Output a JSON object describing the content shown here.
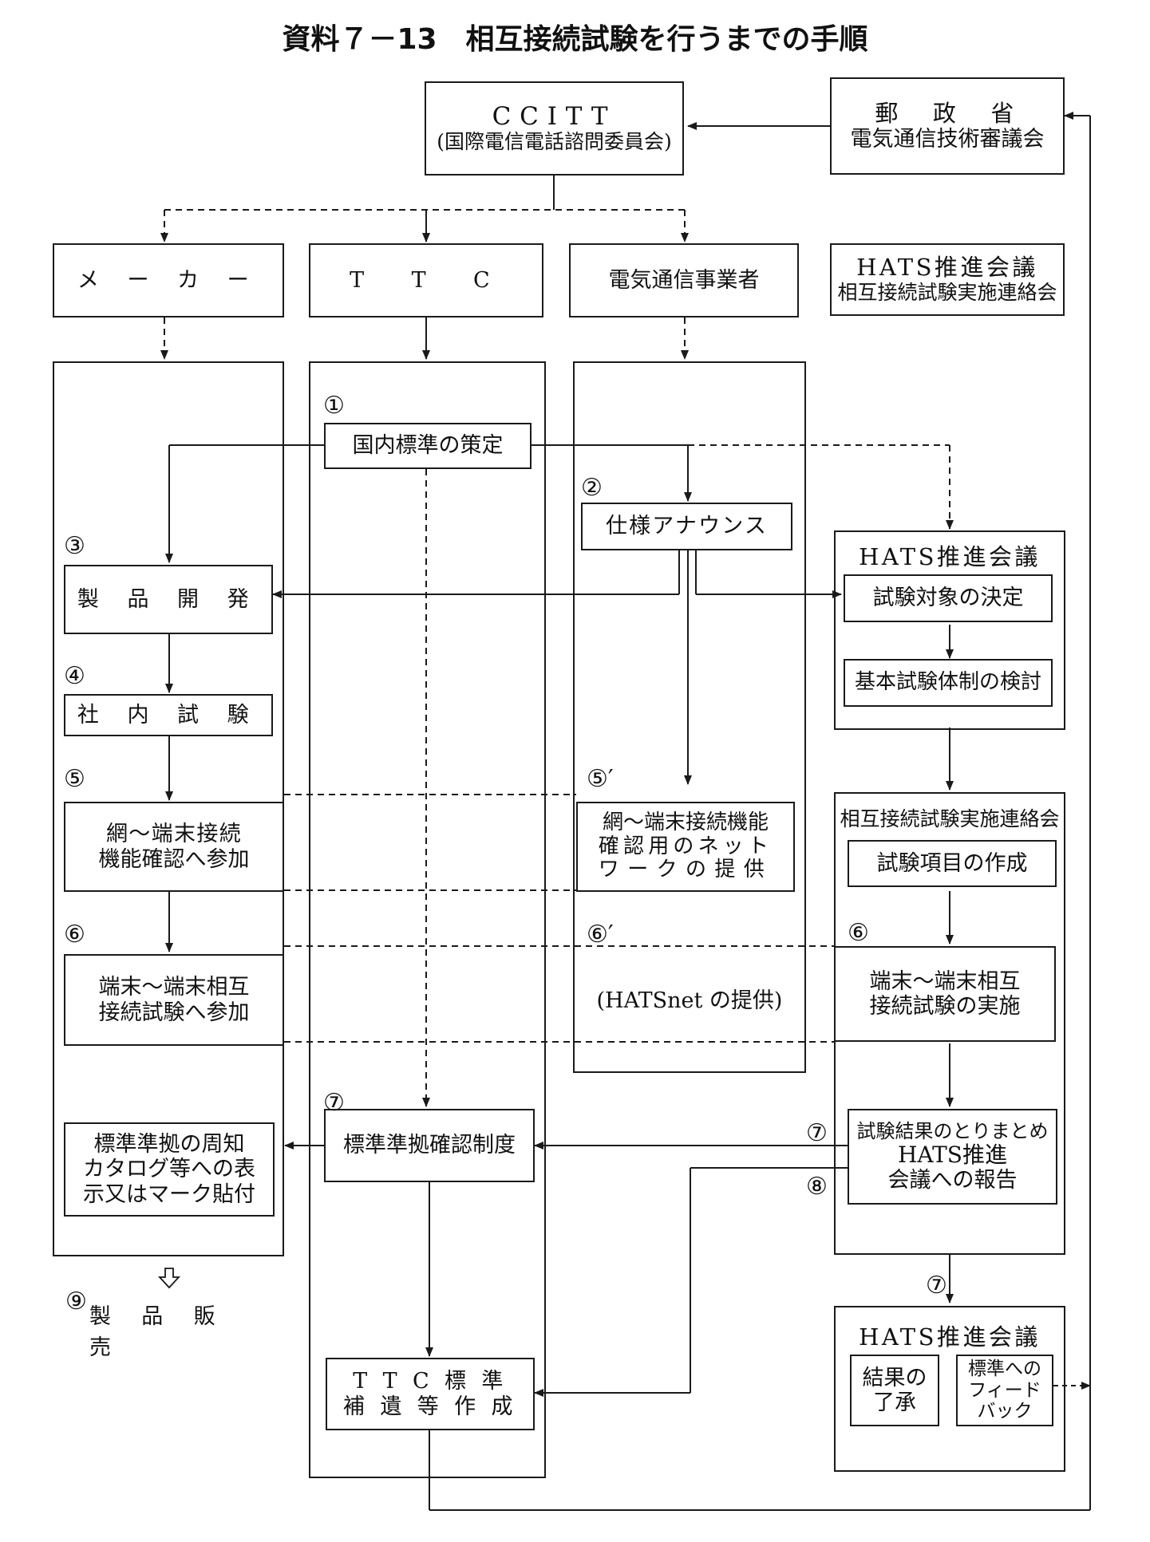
{
  "title": "資料７－13　相互接続試験を行うまでの手順",
  "boxes": {
    "ccitt_main": "CCITT",
    "ccitt_sub": "(国際電信電話諮問委員会)",
    "ministry_l1": "郵　政　省",
    "ministry_l2": "電気通信技術審議会",
    "maker": "メ ー カ ー",
    "ttc": "T　T　C",
    "carriers": "電気通信事業者",
    "hats_liaison_l1": "HATS推進会議",
    "hats_liaison_l2": "相互接続試験実施連絡会",
    "national_standard": "国内標準の策定",
    "spec_announce": "仕様アナウンス",
    "hats_council": "HATS推進会議",
    "test_target": "試験対象の決定",
    "basic_test": "基本試験体制の検討",
    "product_dev": "製 品 開 発",
    "inhouse_test": "社 内 試 験",
    "net_term_confirm_l1": "網～端末接続",
    "net_term_confirm_l2": "機能確認へ参加",
    "network_provide_l1": "網～端末接続機能",
    "network_provide_l2": "確認用のネット",
    "network_provide_l3": "ワークの提供",
    "liaison_title": "相互接続試験実施連絡会",
    "test_items": "試験項目の作成",
    "term_term_join_l1": "端末～端末相互",
    "term_term_join_l2": "接続試験へ参加",
    "hatsnet": "(HATSnet の提供)",
    "term_term_exec_l1": "端末～端末相互",
    "term_term_exec_l2": "接続試験の実施",
    "conformity_l1": "標準準拠の周知",
    "conformity_l2": "カタログ等への表",
    "conformity_l3": "示又はマーク貼付",
    "conformity_system": "標準準拠確認制度",
    "results_l1": "試験結果のとりまとめ",
    "results_l2": "HATS推進",
    "results_l3": "会議への報告",
    "sales": "製 品 販 売",
    "hats_final": "HATS推進会議",
    "approval_l1": "結果の",
    "approval_l2": "了承",
    "feedback_l1": "標準への",
    "feedback_l2": "フィード",
    "feedback_l3": "バック",
    "ttc_std_l1": "T T C 標 準",
    "ttc_std_l2": "補 遺 等 作 成"
  },
  "steps": {
    "s1": "①",
    "s2": "②",
    "s3": "③",
    "s4": "④",
    "s5": "⑤",
    "s5p": "⑤′",
    "s6": "⑥",
    "s6p": "⑥′",
    "s6r": "⑥",
    "s7": "⑦",
    "s7r": "⑦",
    "s7b": "⑦",
    "s8": "⑧",
    "s9": "⑨"
  }
}
